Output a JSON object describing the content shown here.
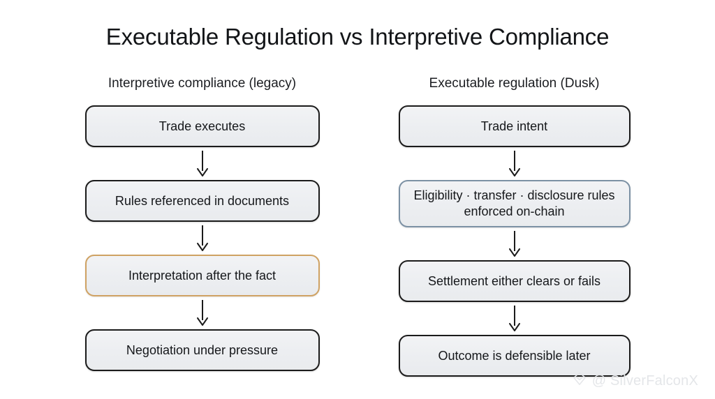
{
  "title": "Executable Regulation vs Interpretive Compliance",
  "columns": [
    {
      "header": "Interpretive compliance (legacy)",
      "nodes": [
        {
          "label": "Trade executes",
          "accent": "default"
        },
        {
          "label": "Rules referenced in documents",
          "accent": "default"
        },
        {
          "label": "Interpretation after the fact",
          "accent": "amber"
        },
        {
          "label": "Negotiation under pressure",
          "accent": "default"
        }
      ]
    },
    {
      "header": "Executable regulation (Dusk)",
      "nodes": [
        {
          "label": "Trade intent",
          "accent": "default"
        },
        {
          "label": "Eligibility · transfer · disclosure rules enforced on-chain",
          "accent": "steel"
        },
        {
          "label": "Settlement either clears or fails",
          "accent": "default"
        },
        {
          "label": "Outcome is defensible later",
          "accent": "default"
        }
      ]
    }
  ],
  "watermark": {
    "handle": "@ SilverFalconX",
    "logo_icon": "diamond-logo-icon"
  },
  "colors": {
    "background": "#ffffff",
    "node_fill": "#eceef1",
    "node_border": "#1b1b1b",
    "accent_amber": "#cfa263",
    "accent_steel": "#7c91a4",
    "text": "#15171a",
    "watermark": "#e4e6e9"
  }
}
